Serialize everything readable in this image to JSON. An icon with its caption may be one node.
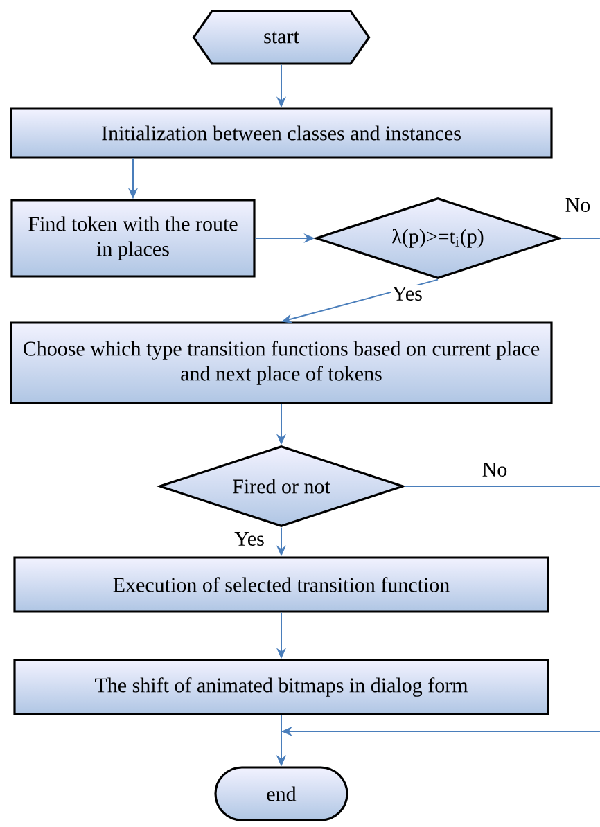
{
  "diagram": {
    "nodes": [
      {
        "text": [
          "start"
        ]
      },
      {
        "text": [
          "Initialization between classes and instances"
        ]
      },
      {
        "text": [
          "Find token with the route in places"
        ]
      },
      {
        "text": [
          "λ(p)>=t$_{i}$(p)"
        ]
      },
      {
        "text": [
          "Choose which type transition functions based on current place and next place of tokens"
        ]
      },
      {
        "text": [
          "Fired or not"
        ]
      },
      {
        "text": [
          "Execution of selected transition function"
        ]
      },
      {
        "text": [
          "The shift of animated bitmaps in dialog form"
        ]
      },
      {
        "text": [
          "end"
        ]
      }
    ],
    "edges": [
      {
        "from": 0,
        "to": 1,
        "arrow": "to"
      },
      {
        "from": 1,
        "to": 2,
        "arrow": "to"
      },
      {
        "from": 2,
        "to": 3,
        "arrow": "to"
      },
      {
        "from": 3,
        "to": null,
        "arrow": "none",
        "label": "No"
      },
      {
        "from": 3,
        "to": 4,
        "arrow": "to",
        "label": "Yes"
      },
      {
        "from": 4,
        "to": 5,
        "arrow": "to"
      },
      {
        "from": 5,
        "to": null,
        "arrow": "none",
        "label": "No"
      },
      {
        "from": 5,
        "to": 6,
        "arrow": "to",
        "label": "Yes"
      },
      {
        "from": 6,
        "to": 7,
        "arrow": "to"
      },
      {
        "from": 7,
        "to": 8,
        "arrow": "to"
      },
      {
        "from": null,
        "to": 8,
        "arrow": "to"
      }
    ]
  }
}
